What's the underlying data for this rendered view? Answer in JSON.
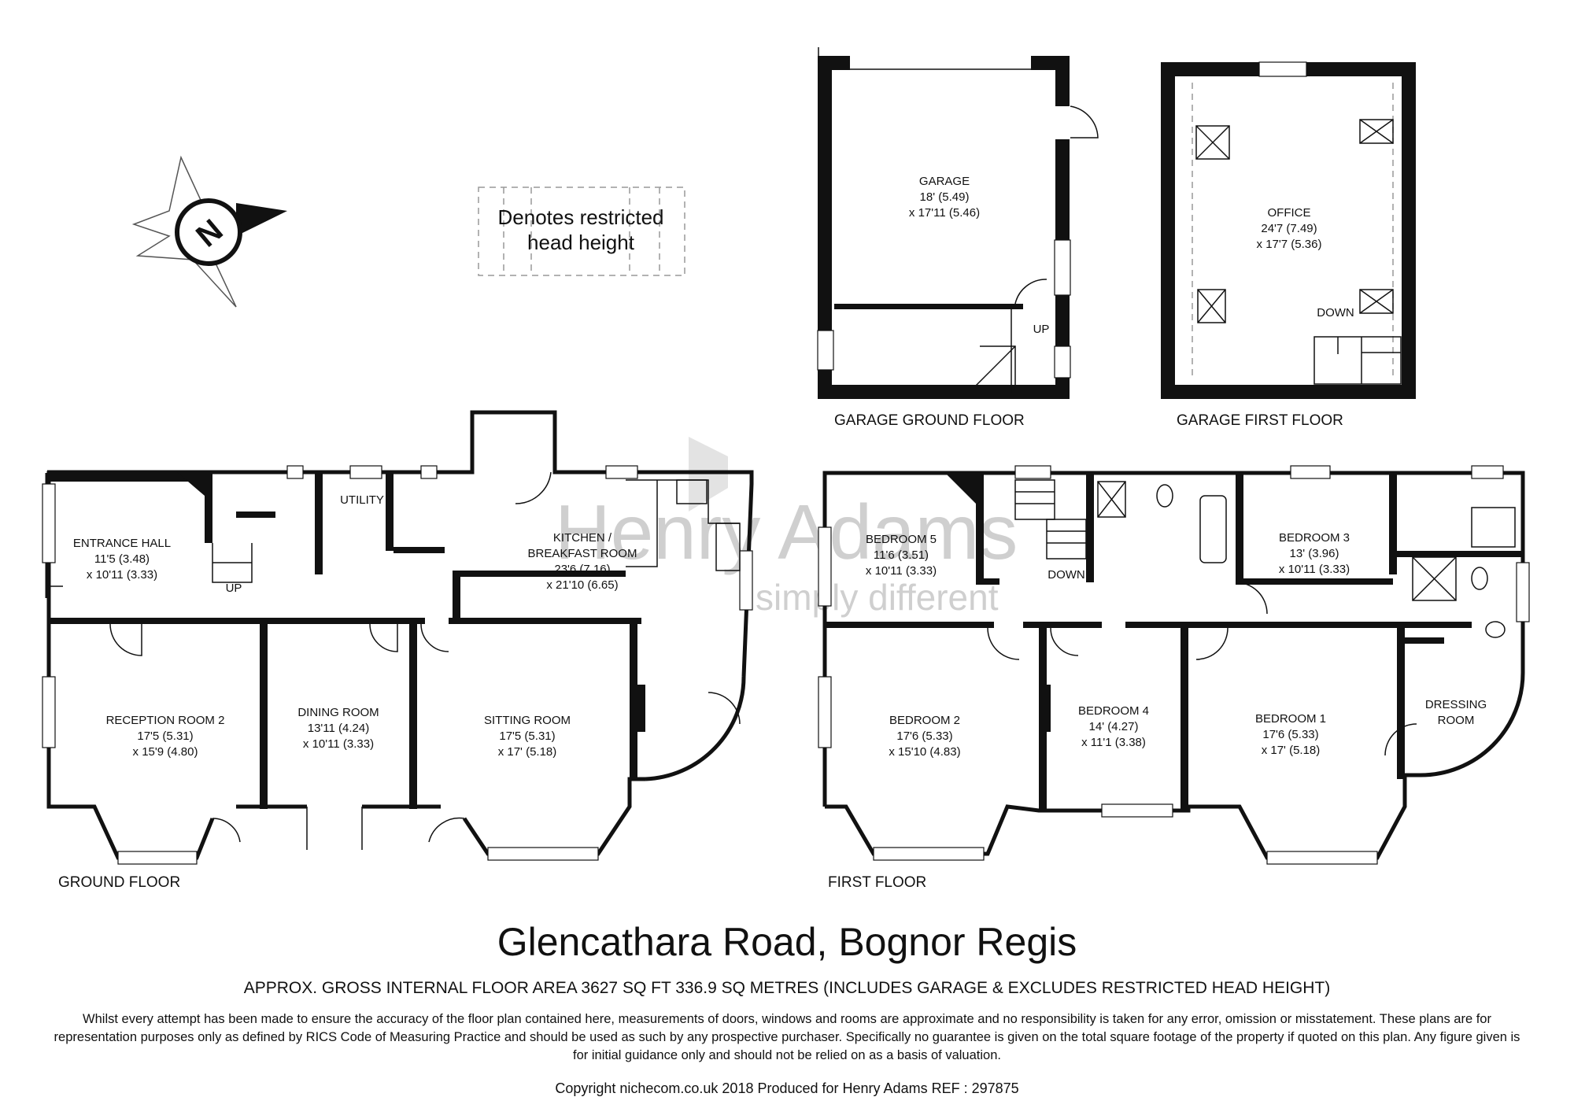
{
  "title": "Glencathara Road, Bognor Regis",
  "area_text": "APPROX. GROSS INTERNAL FLOOR AREA 3627 SQ FT 336.9 SQ METRES (INCLUDES GARAGE & EXCLUDES RESTRICTED HEAD HEIGHT)",
  "disclaimer": "Whilst every attempt has been made to ensure the accuracy of the floor plan contained here, measurements of doors, windows and rooms are approximate and no responsibility is taken for any error, omission or misstatement. These plans are for representation purposes only as defined by RICS Code of Measuring Practice and should be used as such by any prospective purchaser.  Specifically no guarantee is given on the total square footage of the property if quoted on this plan. Any figure given is for initial guidance only and should not be relied on as a basis of valuation.",
  "copyright": "Copyright nichecom.co.uk 2018    Produced for Henry Adams    REF : 297875",
  "legend": [
    "Denotes restricted",
    "head height"
  ],
  "compass": "N",
  "watermark": {
    "brand": "Henry Adams",
    "tagline": "simply different"
  },
  "floors": {
    "ground": "GROUND FLOOR",
    "first": "FIRST FLOOR",
    "garage_ground": "GARAGE GROUND FLOOR",
    "garage_first": "GARAGE FIRST FLOOR"
  },
  "rooms": {
    "entrance_hall": [
      "ENTRANCE HALL",
      "11'5 (3.48)",
      "x 10'11 (3.33)"
    ],
    "utility": [
      "UTILITY"
    ],
    "kitchen": [
      "KITCHEN /",
      "BREAKFAST ROOM",
      "23'6 (7.16)",
      "x 21'10 (6.65)"
    ],
    "reception2": [
      "RECEPTION ROOM 2",
      "17'5 (5.31)",
      "x 15'9 (4.80)"
    ],
    "dining": [
      "DINING ROOM",
      "13'11 (4.24)",
      "x 10'11 (3.33)"
    ],
    "sitting": [
      "SITTING ROOM",
      "17'5 (5.31)",
      "x 17' (5.18)"
    ],
    "bedroom5": [
      "BEDROOM 5",
      "11'6 (3.51)",
      "x 10'11 (3.33)"
    ],
    "bedroom3": [
      "BEDROOM 3",
      "13' (3.96)",
      "x 10'11 (3.33)"
    ],
    "bedroom2": [
      "BEDROOM 2",
      "17'6 (5.33)",
      "x 15'10 (4.83)"
    ],
    "bedroom4": [
      "BEDROOM 4",
      "14' (4.27)",
      "x 11'1 (3.38)"
    ],
    "bedroom1": [
      "BEDROOM 1",
      "17'6 (5.33)",
      "x 17' (5.18)"
    ],
    "dressing": [
      "DRESSING",
      "ROOM"
    ],
    "garage": [
      "GARAGE",
      "18' (5.49)",
      "x 17'11 (5.46)"
    ],
    "office": [
      "OFFICE",
      "24'7 (7.49)",
      "x 17'7 (5.36)"
    ]
  },
  "stairs": {
    "up": "UP",
    "down": "DOWN"
  }
}
